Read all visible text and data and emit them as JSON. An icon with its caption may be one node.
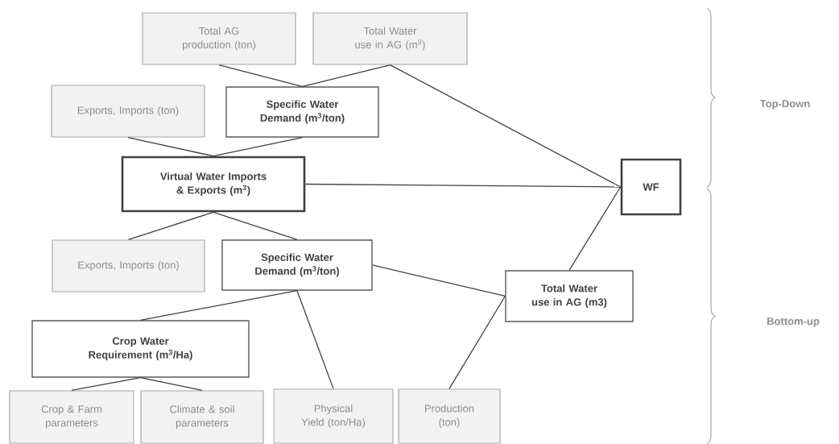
{
  "diagram": {
    "nodes": [
      {
        "text": [
          "Total AG production (ton)"
        ]
      },
      {
        "text": [
          "Total Water use in AG (m$^{3}$)"
        ]
      },
      {
        "text": [
          "Exports, Imports (ton)"
        ]
      },
      {
        "text": [
          "Specific Water Demand (m$^{3}$/ton)"
        ]
      },
      {
        "text": [
          "Virtual Water Imports & Exports (m$^{3}$)"
        ]
      },
      {
        "text": [
          "WF"
        ]
      },
      {
        "text": [
          "Exports, Imports (ton)"
        ]
      },
      {
        "text": [
          "Specific Water Demand (m$^{3}$/ton)"
        ]
      },
      {
        "text": [
          "Total Water use in AG (m3)"
        ]
      },
      {
        "text": [
          "Crop Water Requirement (m$^{3}$/Ha)"
        ]
      },
      {
        "text": [
          "Crop & Farm parameters"
        ]
      },
      {
        "text": [
          "Climate & soil parameters"
        ]
      },
      {
        "text": [
          "Physical Yield (ton/Ha)"
        ]
      },
      {
        "text": [
          "Production (ton)"
        ]
      }
    ],
    "edges": [
      {
        "from": 0,
        "to": 3,
        "arrow": "none"
      },
      {
        "from": 1,
        "to": 3,
        "arrow": "none"
      },
      {
        "from": 1,
        "to": 5,
        "arrow": "none"
      },
      {
        "from": 2,
        "to": 4,
        "arrow": "none"
      },
      {
        "from": 3,
        "to": 4,
        "arrow": "none"
      },
      {
        "from": 4,
        "to": 5,
        "arrow": "none"
      },
      {
        "from": 4,
        "to": 6,
        "arrow": "none"
      },
      {
        "from": 4,
        "to": 7,
        "arrow": "none"
      },
      {
        "from": 7,
        "to": 8,
        "arrow": "none"
      },
      {
        "from": 8,
        "to": 5,
        "arrow": "none"
      },
      {
        "from": 7,
        "to": 9,
        "arrow": "none"
      },
      {
        "from": 9,
        "to": 10,
        "arrow": "none"
      },
      {
        "from": 9,
        "to": 11,
        "arrow": "none"
      },
      {
        "from": 7,
        "to": 12,
        "arrow": "none"
      },
      {
        "from": 13,
        "to": 8,
        "arrow": "none"
      }
    ],
    "labels": [
      "Top-Down",
      "Bottom-up"
    ]
  }
}
